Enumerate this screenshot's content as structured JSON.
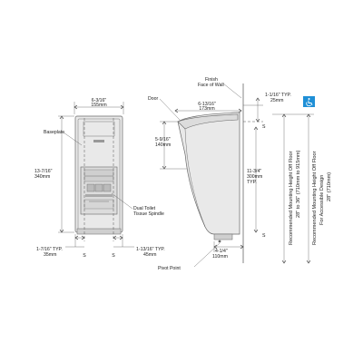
{
  "labels": {
    "front_width": "6-3/16\"",
    "front_width_mm": "155mm",
    "baseplate": "Baseplate",
    "front_height": "13-7/16\"",
    "front_height_mm": "340mm",
    "left_offset": "1-7/16\" TYP.",
    "left_offset_mm": "35mm",
    "spindle_offset": "1-13/16\" TYP.",
    "spindle_offset_mm": "45mm",
    "dual_spindle_line1": "Dual Toilet",
    "dual_spindle_line2": "Tissue Spindle",
    "s_mark": "S",
    "door": "Door",
    "finish_line1": "Finish",
    "finish_line2": "Face of Wall",
    "side_depth": "6-13/16\"",
    "side_depth_mm": "173mm",
    "door_height": "5-9/16\"",
    "door_height_mm": "140mm",
    "center_height": "11-3/4\"",
    "center_height_mm": "300mm",
    "center_height_typ": "TYP.",
    "wall_gap": "1-1/16\" TYP.",
    "wall_gap_mm": "25mm",
    "bottom_depth": "4-1/4\"",
    "bottom_depth_mm": "110mm",
    "pivot_point": "Pivot Point",
    "mount_line1": "Recommended Mounting Height Off Floor",
    "mount_line2": "28\" to 36\" (710mm to 915mm)",
    "access_line1": "Recommended Mounting Height Off Floor",
    "access_line2": "For Accessible Design",
    "access_line3": "28\" (710mm)"
  },
  "colors": {
    "accessibility_badge": "#1f8fd6",
    "unit_fill": "#e9e9e9",
    "line": "#333333"
  },
  "icons": {
    "accessibility": "wheelchair-icon"
  }
}
